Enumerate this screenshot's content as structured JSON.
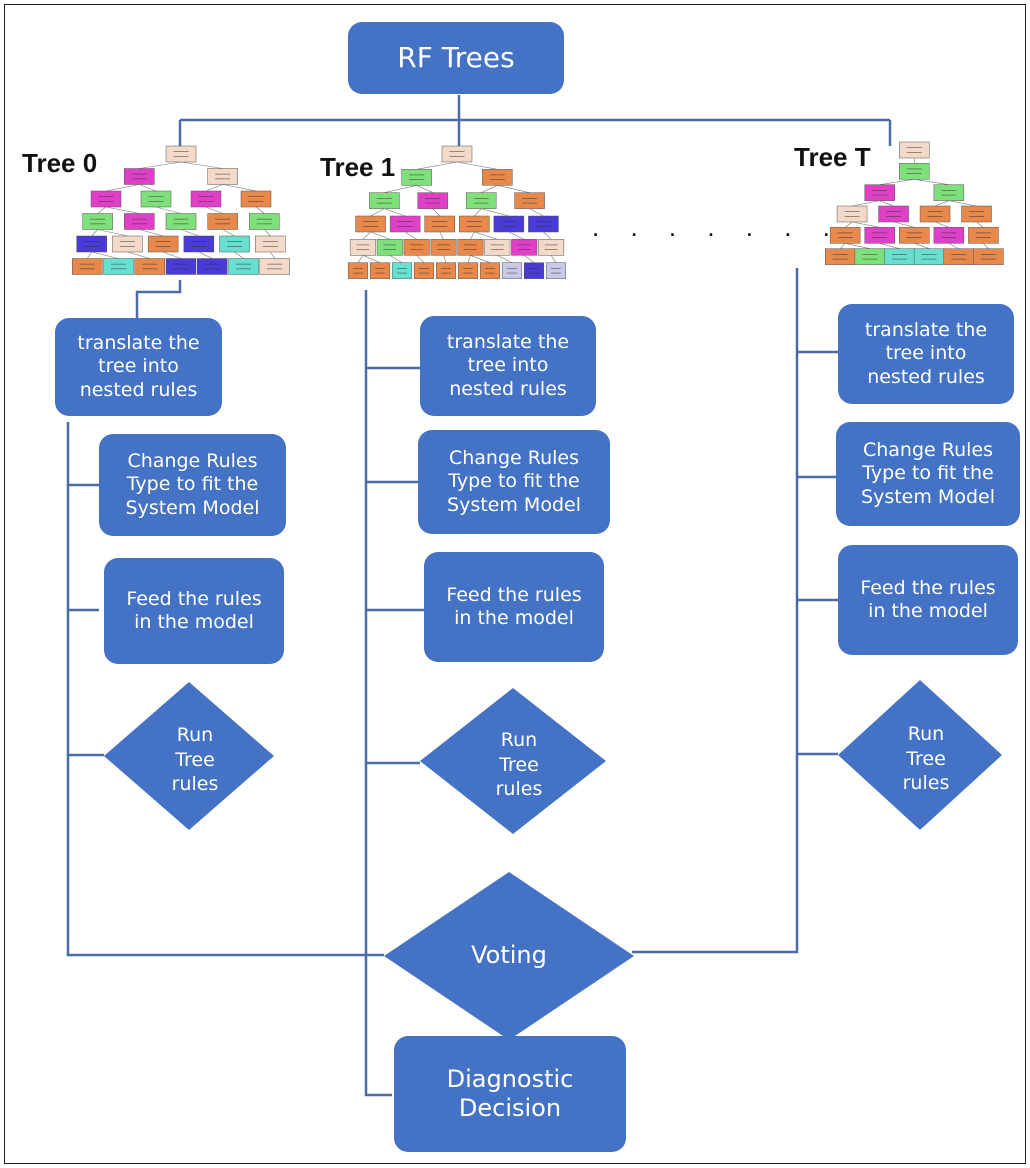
{
  "root": {
    "label": "RF Trees"
  },
  "ellipsis": ". . . . . . .",
  "columns": [
    {
      "tree_label": "Tree 0",
      "steps": {
        "translate": "translate the\ntree into\nnested rules",
        "change": "Change Rules\nType to fit the\nSystem Model",
        "feed": "Feed the rules\nin the model",
        "run": "Run\nTree\nrules"
      }
    },
    {
      "tree_label": "Tree 1",
      "steps": {
        "translate": "translate the\ntree into\nnested rules",
        "change": "Change Rules\nType to fit the\nSystem Model",
        "feed": "Feed the rules\nin the model",
        "run": "Run\nTree\nrules"
      }
    },
    {
      "tree_label": "Tree T",
      "steps": {
        "translate": "translate the\ntree into\nnested rules",
        "change": "Change Rules\nType to fit the\nSystem Model",
        "feed": "Feed the rules\nin the model",
        "run": "Run\nTree\nrules"
      }
    }
  ],
  "voting": {
    "label": "Voting"
  },
  "decision": {
    "label": "Diagnostic\nDecision"
  },
  "colors": {
    "box": "#4472c4",
    "connector": "#4a6aa8",
    "tree_nodes": [
      "#f3d9c8",
      "#e040c8",
      "#7ee07a",
      "#e8884a",
      "#4a3ad8",
      "#68e0d0",
      "#c8c8e8",
      "#ee9ce6"
    ]
  }
}
